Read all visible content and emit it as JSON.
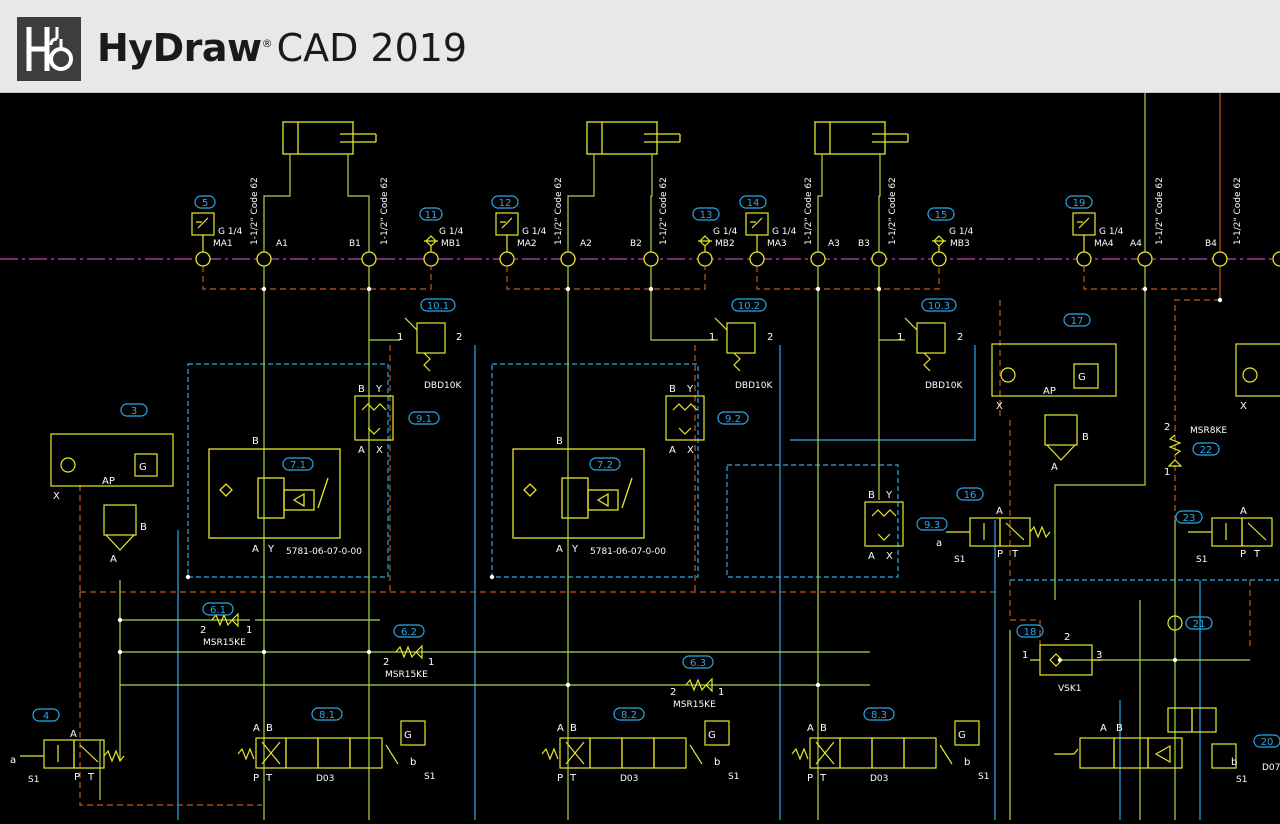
{
  "app": {
    "brand": "HyDraw",
    "reg": "®",
    "product": "CAD",
    "year": "2019",
    "logo_icon": "hydraw-logo-icon"
  },
  "colors": {
    "background": "#000000",
    "hydraulic_line": "#a8d848",
    "drain_line": "#2aa8e8",
    "pilot_line": "#c05a16",
    "component": "#e8e828",
    "balloon": "#2aa8e8",
    "manifold_line": "#c040c0",
    "label": "#ffffff"
  },
  "tags": {
    "t3": "3",
    "t4": "4",
    "t5": "5",
    "t11": "11",
    "t12": "12",
    "t13": "13",
    "t14": "14",
    "t15": "15",
    "t16": "16",
    "t17": "17",
    "t18": "18",
    "t19": "19",
    "t20": "20",
    "t21": "21",
    "t22": "22",
    "t23": "23",
    "t61": "6.1",
    "t62": "6.2",
    "t63": "6.3",
    "t71": "7.1",
    "t72": "7.2",
    "t81": "8.1",
    "t82": "8.2",
    "t83": "8.3",
    "t91": "9.1",
    "t92": "9.2",
    "t93": "9.3",
    "t101": "10.1",
    "t102": "10.2",
    "t103": "10.3"
  },
  "ports": {
    "ma1": "MA1",
    "a1": "A1",
    "b1": "B1",
    "mb1": "MB1",
    "ma2": "MA2",
    "a2": "A2",
    "b2": "B2",
    "mb2": "MB2",
    "ma3": "MA3",
    "a3": "A3",
    "b3": "B3",
    "mb3": "MB3",
    "ma4": "MA4",
    "a4": "A4",
    "b4": "B4",
    "g14": "G 1/4",
    "code62": "1-1/2\" Code 62"
  },
  "parts": {
    "dbd": "DBD10K",
    "msr": "MSR15KE",
    "msr8": "MSR8KE",
    "s781": "5781-06-07-0-00",
    "d03": "D03",
    "vsk": "VSK1",
    "s1": "S1",
    "d07": "D07"
  },
  "letters": {
    "A": "A",
    "B": "B",
    "X": "X",
    "Y": "Y",
    "P": "P",
    "T": "T",
    "AP": "AP",
    "a": "a",
    "b": "b",
    "one": "1",
    "two": "2",
    "three": "3",
    "G": "G"
  }
}
